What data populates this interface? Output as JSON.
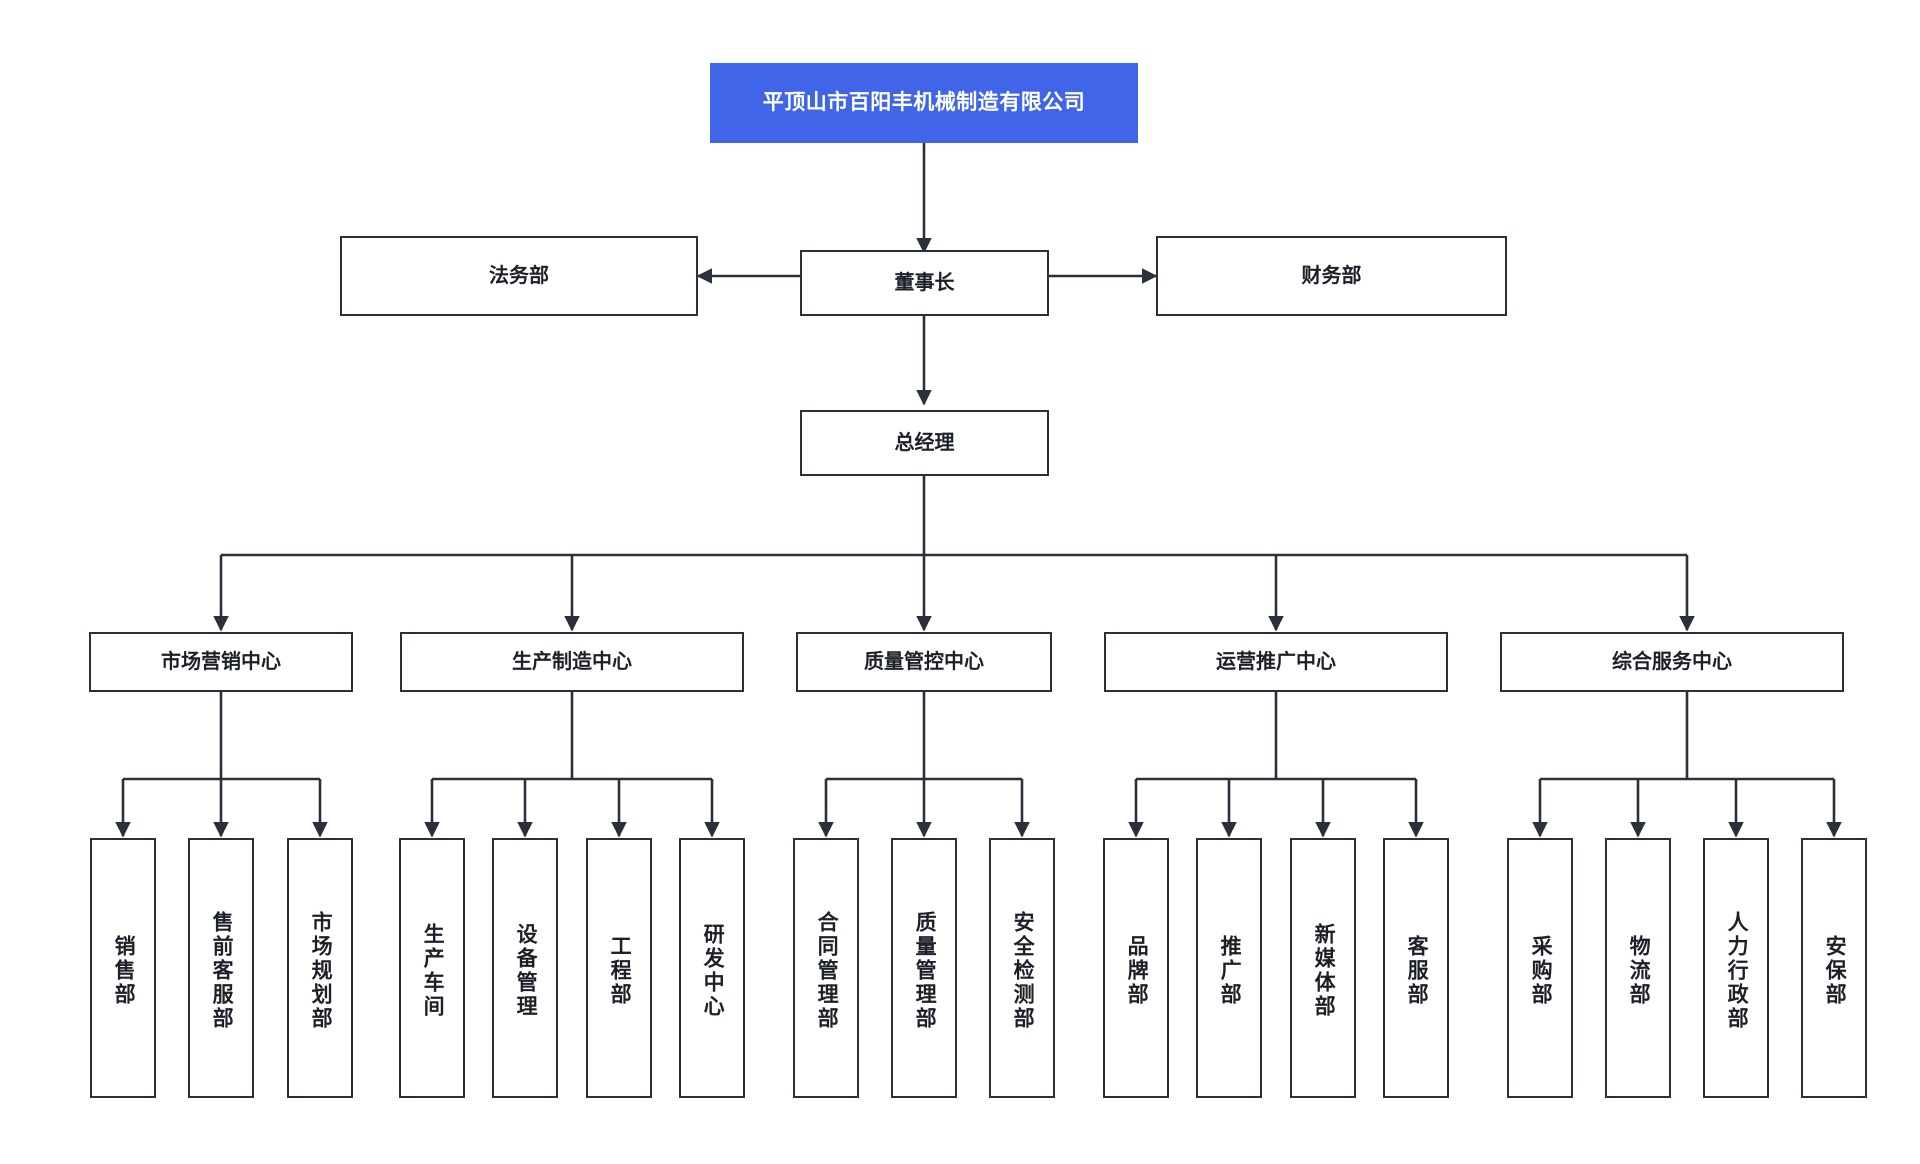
{
  "diagram": {
    "title": "平顶山市百阳丰机械制造有限公司",
    "type": "organization-chart",
    "colors": {
      "root_fill": "#4165e8",
      "root_text": "#ffffff",
      "node_border": "#2b303a",
      "node_fill": "#ffffff",
      "node_text": "#1d2029",
      "connector": "#2b303a",
      "background": "#ffffff"
    }
  },
  "root": {
    "label": "平顶山市百阳丰机械制造有限公司"
  },
  "executives": {
    "chairman": {
      "label": "董事长"
    },
    "left_staff": {
      "label": "法务部"
    },
    "right_staff": {
      "label": "财务部"
    },
    "general_manager": {
      "label": "总经理"
    }
  },
  "centers": [
    {
      "label": "市场营销中心",
      "departments": [
        {
          "label": "销售部"
        },
        {
          "label": "售前客服部"
        },
        {
          "label": "市场规划部"
        }
      ]
    },
    {
      "label": "生产制造中心",
      "departments": [
        {
          "label": "生产车间"
        },
        {
          "label": "设备管理"
        },
        {
          "label": "工程部"
        },
        {
          "label": "研发中心"
        }
      ]
    },
    {
      "label": "质量管控中心",
      "departments": [
        {
          "label": "合同管理部"
        },
        {
          "label": "质量管理部"
        },
        {
          "label": "安全检测部"
        }
      ]
    },
    {
      "label": "运营推广中心",
      "departments": [
        {
          "label": "品牌部"
        },
        {
          "label": "推广部"
        },
        {
          "label": "新媒体部"
        },
        {
          "label": "客服部"
        }
      ]
    },
    {
      "label": "综合服务中心",
      "departments": [
        {
          "label": "采购部"
        },
        {
          "label": "物流部"
        },
        {
          "label": "人力行政部"
        },
        {
          "label": "安保部"
        }
      ]
    }
  ]
}
